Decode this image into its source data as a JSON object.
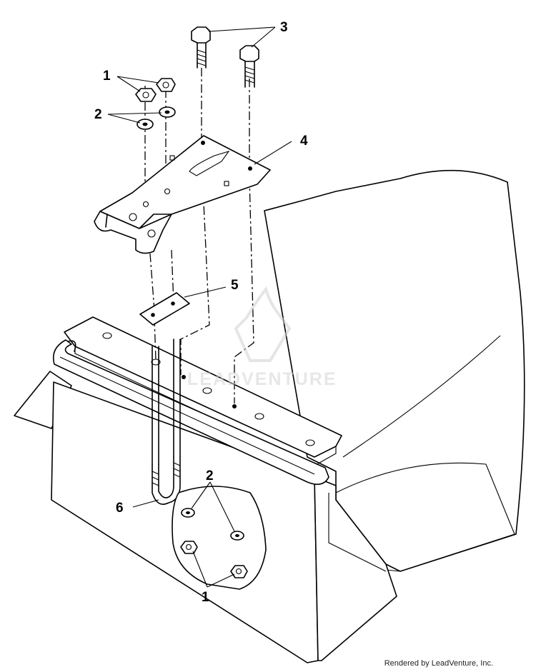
{
  "diagram": {
    "callouts": [
      "1",
      "2",
      "3",
      "4",
      "5",
      "6",
      "2",
      "1"
    ],
    "watermark": "LEADVENTURE",
    "footer": "Rendered by LeadVenture, Inc."
  }
}
